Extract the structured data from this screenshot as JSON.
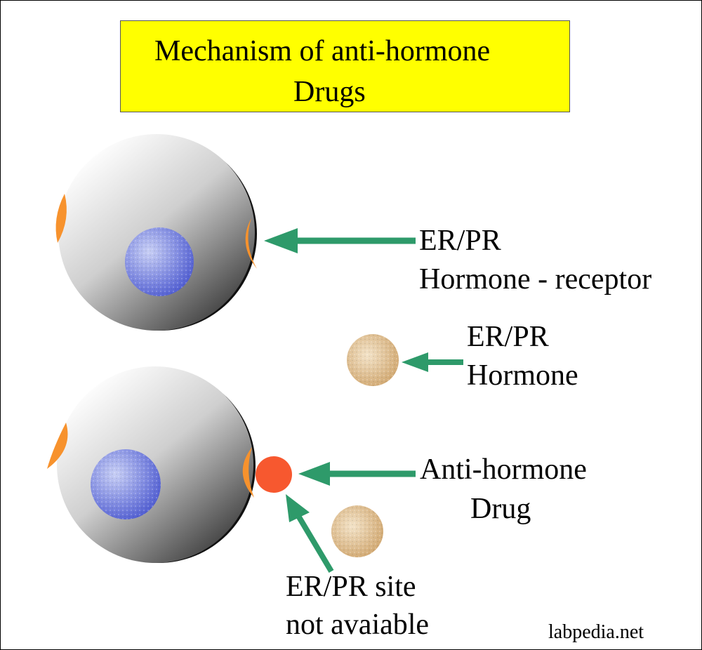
{
  "title": {
    "line1": "Mechanism of anti-hormone",
    "line2": "Drugs",
    "background": "#ffff00"
  },
  "labels": {
    "receptor_line1": "ER/PR",
    "receptor_line2": "Hormone - receptor",
    "hormone_line1": "ER/PR",
    "hormone_line2": "Hormone",
    "drug_line1": "Anti-hormone",
    "drug_line2": "Drug",
    "site_line1": "ER/PR site",
    "site_line2": "not avaiable"
  },
  "credit": "labpedia.net",
  "colors": {
    "arrow": "#2e9a6a",
    "receptor": "#f7922d",
    "drug": "#f7582f",
    "hormone": "#d9b27e",
    "nucleus": "#5a66d8",
    "cell_light": "#ffffff",
    "cell_dark": "#333333"
  }
}
